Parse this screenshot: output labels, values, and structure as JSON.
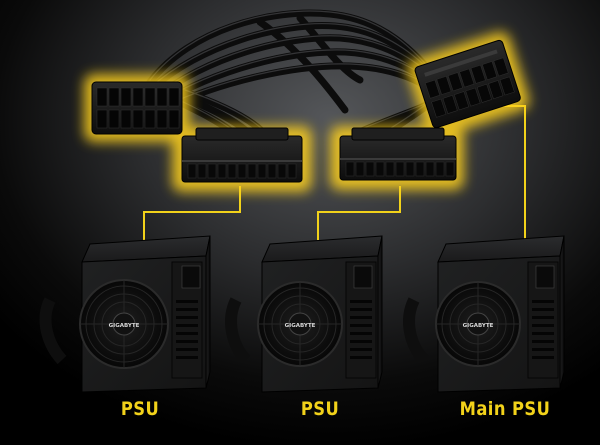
{
  "labels": {
    "psu_left": "PSU",
    "psu_center": "PSU",
    "psu_right": "Main PSU"
  },
  "brand": {
    "left": "GIGABYTE",
    "center": "GIGABYTE",
    "right": "GIGABYTE"
  },
  "colors": {
    "accent_yellow": "#f2d21a",
    "glow": "#ffd21e"
  }
}
